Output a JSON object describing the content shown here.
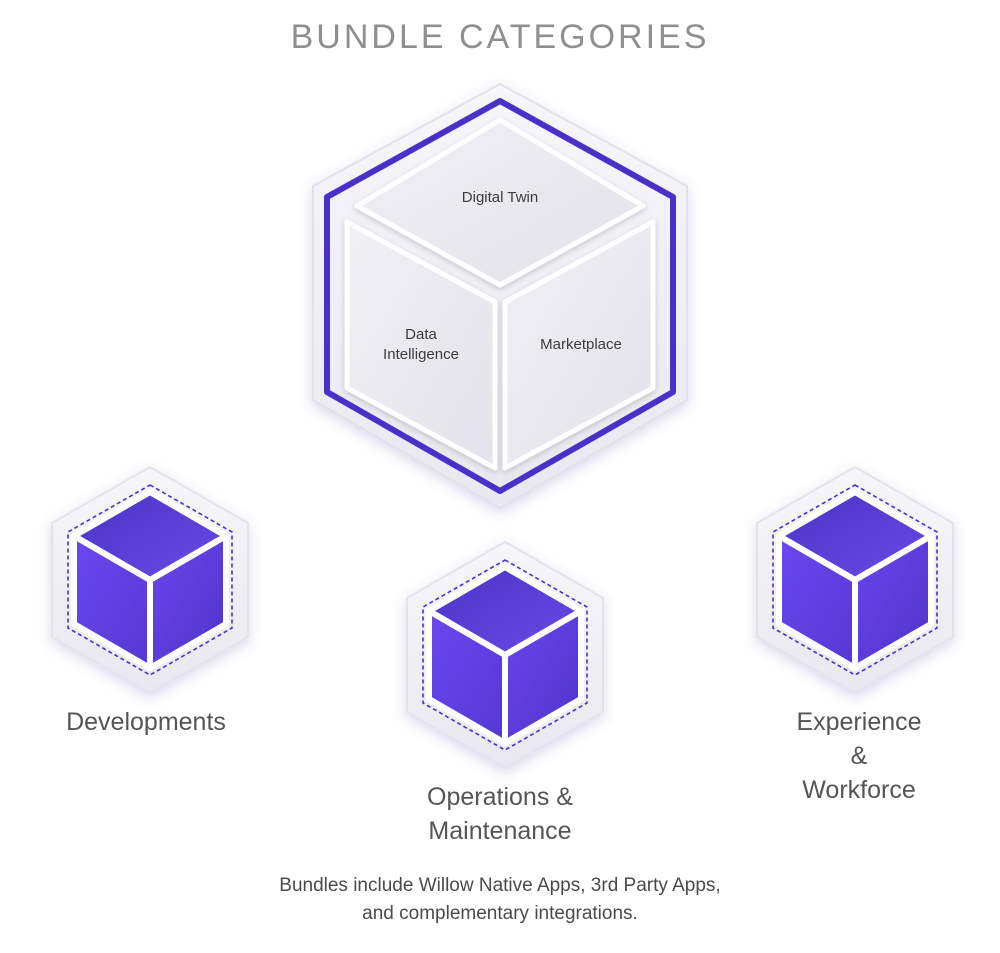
{
  "title": "BUNDLE CATEGORIES",
  "main_cube": {
    "faces": {
      "top": "Digital Twin",
      "left": "Data\nIntelligence",
      "right": "Marketplace"
    },
    "colors": {
      "ring": "#4b2fc9",
      "face": "#ecebf1",
      "badge": "#f3f2f7"
    }
  },
  "bundles": [
    {
      "label": "Developments"
    },
    {
      "label": "Operations &\nMaintenance"
    },
    {
      "label": "Experience &\nWorkforce"
    }
  ],
  "cube_colors": {
    "top": "#5b3fd9",
    "left": "#6a46ee",
    "right": "#5a3cd8",
    "dash": "#4b2fc9"
  },
  "footnote": "Bundles include Willow Native Apps, 3rd Party Apps,\nand complementary integrations."
}
